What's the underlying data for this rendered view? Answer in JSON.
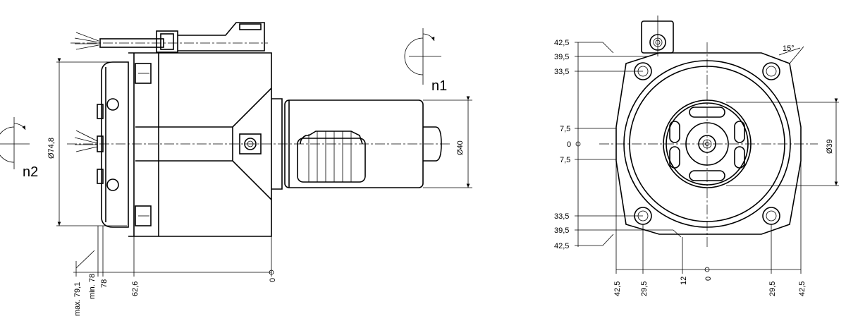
{
  "rotation": {
    "n1": "n1",
    "n2": "n2"
  },
  "side_view": {
    "diam_flange": "Ø74,8",
    "diam_shaft": "Ø40",
    "dim_max": "max. 79,1",
    "dim_min": "min. 78",
    "dim_78": "78",
    "dim_626": "62,6",
    "dim_zero": "0"
  },
  "front_view": {
    "angle": "15°",
    "diam_center": "Ø39",
    "left_dims": [
      "42,5",
      "39,5",
      "33,5",
      "7,5",
      "0",
      "7,5",
      "33,5",
      "39,5",
      "42,5"
    ],
    "bottom_dims": [
      "42,5",
      "29,5",
      "12",
      "0",
      "29,5",
      "42,5"
    ]
  }
}
